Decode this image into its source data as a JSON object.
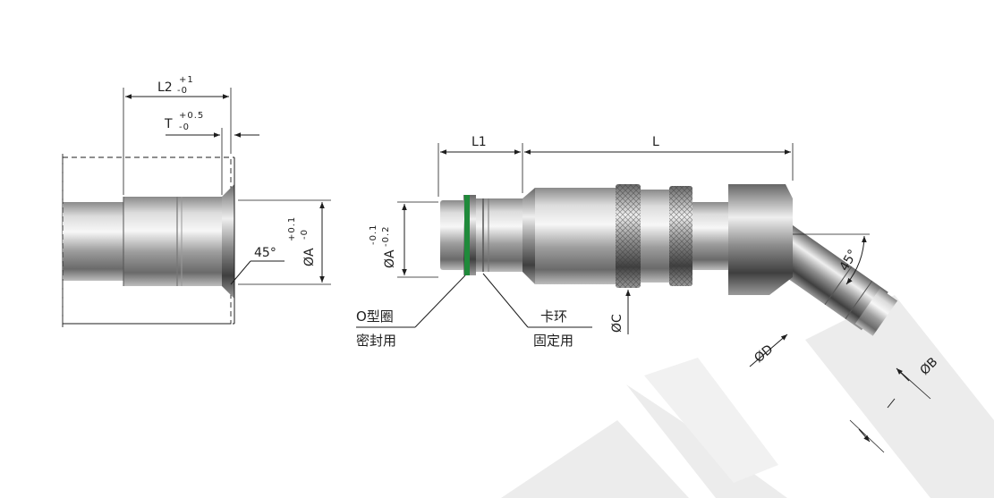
{
  "left_drawing": {
    "l2_label": "L2",
    "l2_tol_plus": "+1",
    "l2_tol_minus": "-0",
    "t_label": "T",
    "t_tol_plus": "+0.5",
    "t_tol_minus": "-0",
    "chamfer_angle": "45°",
    "a_label": "ØA",
    "a_tol_plus": "+0.1",
    "a_tol_minus": "-0"
  },
  "right_drawing": {
    "l1_label": "L1",
    "l_label": "L",
    "a_label": "ØA",
    "a_tol_upper": "-0.1",
    "a_tol_lower": "-0.2",
    "oring_line1": "O型圈",
    "oring_line2": "密封用",
    "clip_line1": "卡环",
    "clip_line2": "固定用",
    "c_label": "ØC",
    "d_label": "ØD",
    "b_label": "ØB",
    "bend_angle": "45°"
  },
  "colors": {
    "steel_dark": "#6f6f6f",
    "steel_light": "#f2f2f2",
    "oring_green": "#1f8a3a",
    "watermark": "#e9e9e9",
    "line": "#1e1e1e"
  }
}
